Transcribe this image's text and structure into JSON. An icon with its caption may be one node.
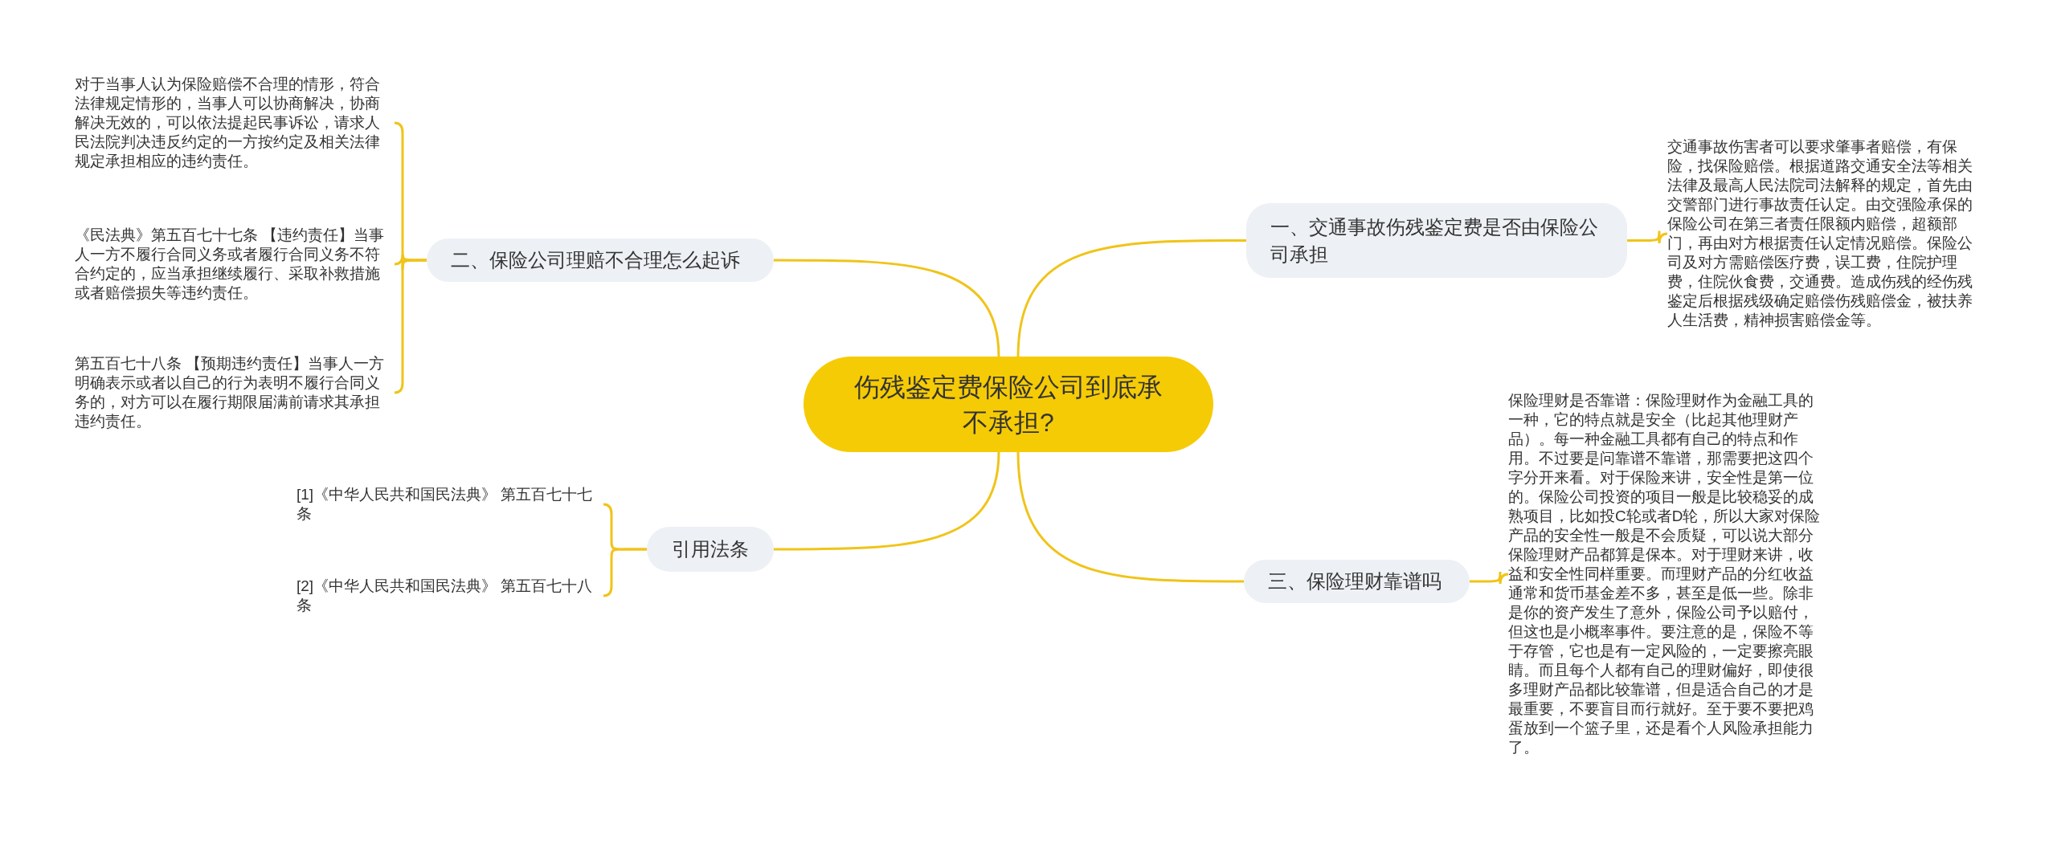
{
  "diagram": {
    "nodes": [
      {
        "text": [
          "伤残鉴定费保险公司到底承不承担?"
        ]
      },
      {
        "text": [
          "一、交通事故伤残鉴定费是否由保险公司承担"
        ]
      },
      {
        "text": [
          "交通事故伤害者可以要求肇事者赔偿，有保险，找保险赔偿。根据道路交通安全法等相关法律及最高人民法院司法解释的规定，首先由交警部门进行事故责任认定。由交强险承保的保险公司在第三者责任限额内赔偿，超额部门，再由对方根据责任认定情况赔偿。保险公司及对方需赔偿医疗费，误工费，住院护理费，住院伙食费，交通费。造成伤残的经伤残鉴定后根据残级确定赔偿伤残赔偿金，被扶养人生活费，精神损害赔偿金等。"
        ]
      },
      {
        "text": [
          "二、保险公司理赔不合理怎么起诉"
        ]
      },
      {
        "text": [
          "对于当事人认为保险赔偿不合理的情形，符合法律规定情形的，当事人可以协商解决，协商解决无效的，可以依法提起民事诉讼，请求人民法院判决违反约定的一方按约定及相关法律规定承担相应的违约责任。"
        ]
      },
      {
        "text": [
          "《民法典》第五百七十七条 【违约责任】当事人一方不履行合同义务或者履行合同义务不符合约定的，应当承担继续履行、采取补救措施或者赔偿损失等违约责任。"
        ]
      },
      {
        "text": [
          "第五百七十八条 【预期违约责任】当事人一方明确表示或者以自己的行为表明不履行合同义务的，对方可以在履行期限届满前请求其承担违约责任。"
        ]
      },
      {
        "text": [
          "引用法条"
        ]
      },
      {
        "text": [
          "[1]《中华人民共和国民法典》 第五百七十七条"
        ]
      },
      {
        "text": [
          "[2]《中华人民共和国民法典》 第五百七十八条"
        ]
      },
      {
        "text": [
          "三、保险理财靠谱吗"
        ]
      },
      {
        "text": [
          "保险理财是否靠谱：保险理财作为金融工具的一种，它的特点就是安全（比起其他理财产品）。每一种金融工具都有自己的特点和作用。不过要是问靠谱不靠谱，那需要把这四个字分开来看。对于保险来讲，安全性是第一位的。保险公司投资的项目一般是比较稳妥的成熟项目，比如投C轮或者D轮，所以大家对保险产品的安全性一般是不会质疑，可以说大部分保险理财产品都算是保本。对于理财来讲，收益和安全性同样重要。而理财产品的分红收益通常和货币基金差不多，甚至是低一些。除非是你的资产发生了意外，保险公司予以赔付，但这也是小概率事件。要注意的是，保险不等于存管，它也是有一定风险的，一定要擦亮眼睛。而且每个人都有自己的理财偏好，即使很多理财产品都比较靠谱，但是适合自己的才是最重要，不要盲目而行就好。至于要不要把鸡蛋放到一个篮子里，还是看个人风险承担能力了。"
        ]
      }
    ],
    "edges": [
      {
        "from": 0,
        "to": 1,
        "arrow": "none"
      },
      {
        "from": 1,
        "to": 2,
        "arrow": "none"
      },
      {
        "from": 0,
        "to": 3,
        "arrow": "none"
      },
      {
        "from": 3,
        "to": 4,
        "arrow": "none"
      },
      {
        "from": 3,
        "to": 5,
        "arrow": "none"
      },
      {
        "from": 3,
        "to": 6,
        "arrow": "none"
      },
      {
        "from": 0,
        "to": 7,
        "arrow": "none"
      },
      {
        "from": 7,
        "to": 8,
        "arrow": "none"
      },
      {
        "from": 7,
        "to": 9,
        "arrow": "none"
      },
      {
        "from": 0,
        "to": 10,
        "arrow": "none"
      },
      {
        "from": 10,
        "to": 11,
        "arrow": "none"
      }
    ]
  }
}
